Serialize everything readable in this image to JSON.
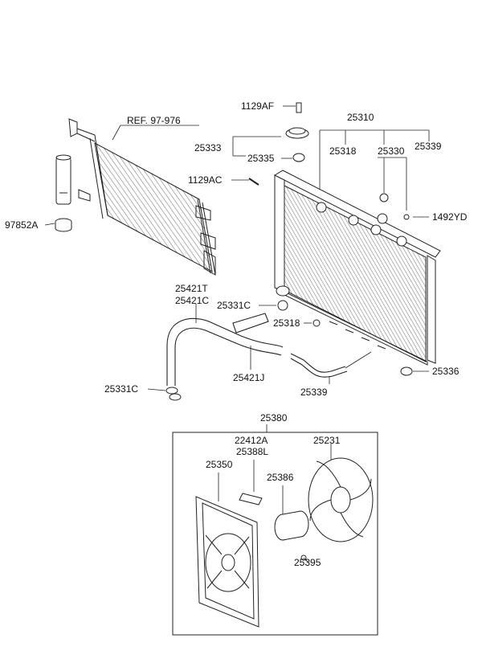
{
  "labels": {
    "p1129AF": "1129AF",
    "p25310": "25310",
    "ref": "REF. 97-976",
    "p25333": "25333",
    "p25318a": "25318",
    "p25330": "25330",
    "p25339a": "25339",
    "p25335": "25335",
    "p1129AC": "1129AC",
    "p97852A": "97852A",
    "p1492YD": "1492YD",
    "p25421T": "25421T",
    "p25421C": "25421C",
    "p25331Ca": "25331C",
    "p25318b": "25318",
    "p25421J": "25421J",
    "p25336": "25336",
    "p25331Cb": "25331C",
    "p25339b": "25339",
    "p25380": "25380",
    "p22412A": "22412A",
    "p25388L": "25388L",
    "p25231": "25231",
    "p25350": "25350",
    "p25386": "25386",
    "p25395": "25395"
  }
}
